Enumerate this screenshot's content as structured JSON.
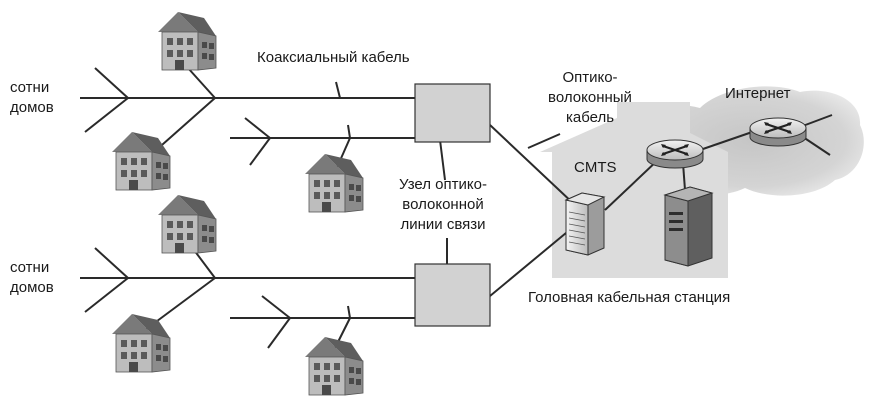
{
  "labels": {
    "homes_top_line1": "сотни",
    "homes_top_line2": "домов",
    "homes_bottom_line1": "сотни",
    "homes_bottom_line2": "домов",
    "coax_cable": "Коаксиальный кабель",
    "fiber_cable_line1": "Оптико-",
    "fiber_cable_line2": "волоконный",
    "fiber_cable_line3": "кабель",
    "internet": "Интернет",
    "cmts": "CMTS",
    "fiber_node_line1": "Узел оптико-",
    "fiber_node_line2": "волоконной",
    "fiber_node_line3": "линии связи",
    "headend": "Головная кабельная станция"
  },
  "icons": {
    "house": "house-icon",
    "fiber_node": "fiber-node-box",
    "cmts": "cmts-rack-icon",
    "server": "server-icon",
    "router": "router-icon",
    "cloud": "internet-cloud"
  },
  "colors": {
    "line": "#2a2a2a",
    "node_fill": "#d2d2d2",
    "headend_fill": "#dedede",
    "cloud_fill": "#cfcfcf",
    "house_wall": "#b9b9b9",
    "house_roof": "#6f6f6f"
  }
}
